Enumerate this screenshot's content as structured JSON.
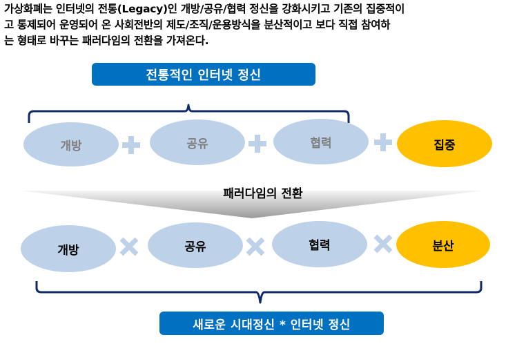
{
  "intro": {
    "lines": [
      "가상화폐는 인터넷의 전통(Legacy)인 개방/공유/협력 정신을 강화시키고 기존의 집중적이",
      "고 통제되어 운영되어 온  사회전반의 제도/조직/운용방식을 분산적이고 보다 직접 참여하",
      "는 형태로 바꾸는 패러다임의 전환을 가져온다."
    ]
  },
  "traditional": {
    "title": "전통적인 인터넷 정신",
    "items": [
      "개방",
      "공유",
      "협력"
    ],
    "accent_item": "집중",
    "operator": "plus-icon"
  },
  "shift": {
    "label": "패러다임의 전환"
  },
  "new_era": {
    "items": [
      "개방",
      "공유",
      "협력"
    ],
    "accent_item": "분산",
    "operator": "times-icon",
    "title": "새로운 시대정신 * 인터넷 정신"
  },
  "colors": {
    "banner": "#0070c0",
    "ellipse": "#bdd1e8",
    "accent": "#ffc000",
    "bracket": "#0f2a6b",
    "operator": "#bdd1e8",
    "muted_text": "#7f7f7f"
  }
}
